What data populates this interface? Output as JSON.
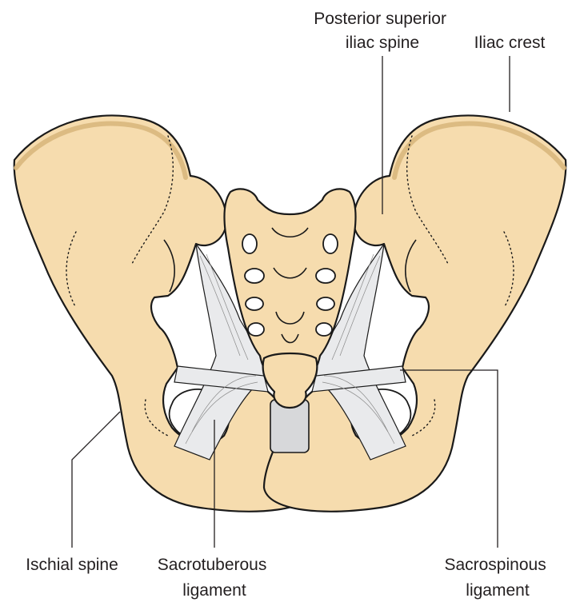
{
  "colors": {
    "bone": "#f6dcae",
    "ligament": "#e9eaec",
    "cartilage": "#d7d8da",
    "text": "#231f20"
  },
  "labels": {
    "posterior_superior_iliac_spine": [
      "Posterior superior",
      "iliac spine"
    ],
    "iliac_crest": [
      "Iliac crest"
    ],
    "ischial_spine": [
      "Ischial spine"
    ],
    "sacrotuberous_ligament": [
      "Sacrotuberous",
      "ligament"
    ],
    "sacrospinous_ligament": [
      "Sacrospinous",
      "ligament"
    ]
  }
}
